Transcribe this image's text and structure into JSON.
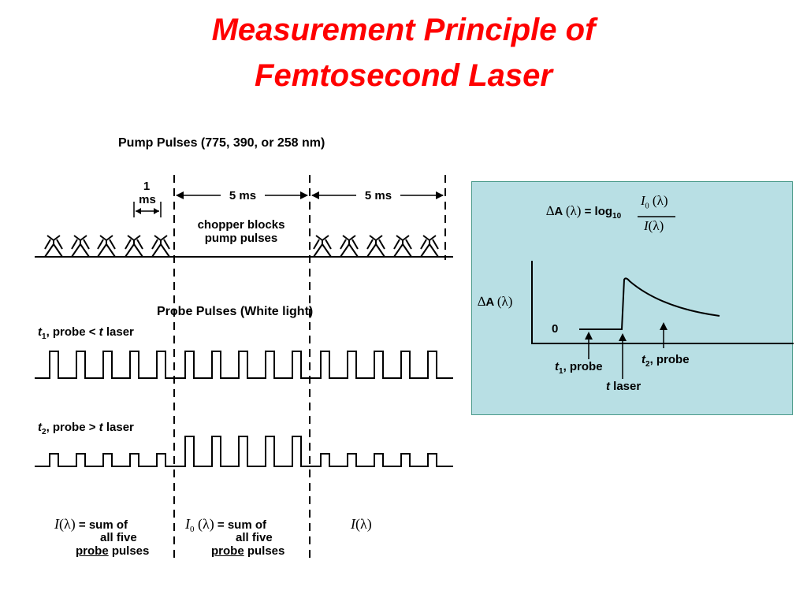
{
  "title": {
    "line1": "Measurement Principle of",
    "line2": "Femtosecond Laser"
  },
  "pump": {
    "heading": "Pump Pulses (775, 390, or 258 nm)",
    "period_num": "1",
    "period_unit": "ms",
    "interval1": "5 ms",
    "interval2": "5 ms",
    "chopper_line1": "chopper blocks",
    "chopper_line2": "pump pulses"
  },
  "probe": {
    "heading": "Probe Pulses (White light)",
    "t1": {
      "t": "t",
      "sub": "1",
      "rest": ", probe < ",
      "t2": "t",
      "end": " laser"
    },
    "t2": {
      "t": "t",
      "sub": "2",
      "rest": ", probe > ",
      "t2": "t",
      "end": " laser"
    }
  },
  "bottom": {
    "left": {
      "sym": "I",
      "lam": "(λ)",
      "eq": " = sum of",
      "l2": "all five",
      "probe": "probe",
      "pulses": " pulses"
    },
    "mid": {
      "sym": "I",
      "sub": "0",
      "lam": " (λ)",
      "eq": " = sum of",
      "l2": "all five",
      "probe": "probe",
      "pulses": " pulses"
    },
    "right": {
      "sym": "I",
      "lam": "(λ)"
    }
  },
  "panel": {
    "formula_delta": "∆",
    "formula_a": "A ",
    "formula_lam": "(λ)",
    "formula_eq": " = log",
    "formula_base": "10",
    "num_sym": "I",
    "num_sub": "0",
    "num_lam": " (λ)",
    "den_sym": "I",
    "den_lam": "(λ)",
    "ylabel_delta": "∆",
    "ylabel_a": "A ",
    "ylabel_lam": "(λ)",
    "zero": "0",
    "t1_t": "t",
    "t1_sub": "1",
    "t1_rest": ", probe",
    "t2_t": "t",
    "t2_sub": "2",
    "t2_rest": ", probe",
    "tl_t": "t",
    "tl_rest": " laser"
  },
  "colors": {
    "title": "#ff0000",
    "panel_bg": "#b8dfe4",
    "panel_border": "#4a9a8a"
  }
}
